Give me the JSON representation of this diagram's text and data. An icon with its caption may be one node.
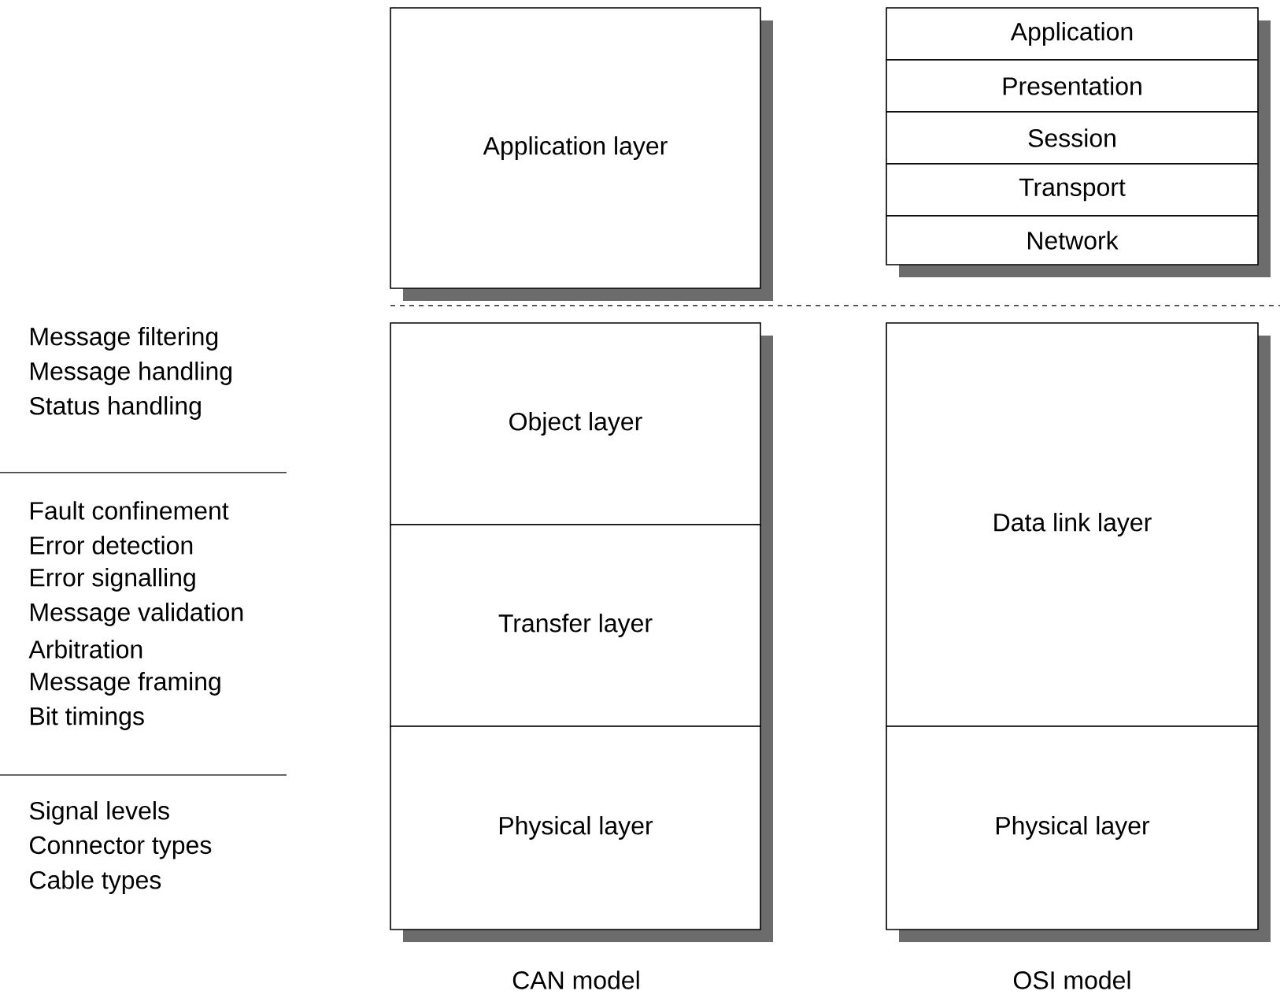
{
  "diagram": {
    "nodes": [
      {
        "text": [
          "Application layer"
        ]
      },
      {
        "text": [
          "Application"
        ]
      },
      {
        "text": [
          "Presentation"
        ]
      },
      {
        "text": [
          "Session"
        ]
      },
      {
        "text": [
          "Transport"
        ]
      },
      {
        "text": [
          "Network"
        ]
      },
      {
        "text": [
          "Object layer"
        ]
      },
      {
        "text": [
          "Transfer layer"
        ]
      },
      {
        "text": [
          "Physical layer"
        ]
      },
      {
        "text": [
          "Data link layer"
        ]
      },
      {
        "text": [
          "Physical layer"
        ]
      }
    ],
    "edges": [],
    "labels": [
      "Message filtering",
      "Message handling",
      "Status handling",
      "Fault confinement",
      "Error detection",
      "Error signalling",
      "Message validation",
      "Arbitration",
      "Message framing",
      "Bit timings",
      "Signal levels",
      "Connector types",
      "Cable types",
      "CAN model",
      "OSI model"
    ]
  }
}
